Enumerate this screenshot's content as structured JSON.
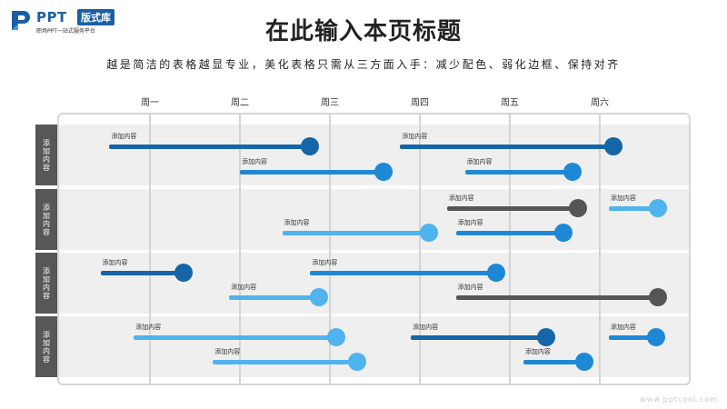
{
  "logo": {
    "brand": "PPT",
    "badge": "版式库",
    "tagline": "职场PPT一站式服务平台"
  },
  "header": {
    "title": "在此输入本页标题",
    "subtitle": "越是简洁的表格越显专业，美化表格只需从三方面入手：减少配色、弱化边框、保持对齐"
  },
  "days": [
    "周一",
    "周二",
    "周三",
    "周四",
    "周五",
    "周六"
  ],
  "rows": [
    {
      "label": "添加内容"
    },
    {
      "label": "添加内容"
    },
    {
      "label": "添加内容"
    },
    {
      "label": "添加内容"
    }
  ],
  "colors": {
    "dark_blue": "#1565a8",
    "blue": "#1e88d6",
    "light_blue": "#4fb3ee",
    "gray": "#555555",
    "band": "#efefef",
    "row_label_bg": "#575757"
  },
  "tasks": [
    {
      "row": 0,
      "lane": 0,
      "label": "添加内容",
      "start_day": 0.55,
      "end_day": 2.78,
      "color": "dark_blue"
    },
    {
      "row": 0,
      "lane": 0,
      "label": "添加内容",
      "start_day": 3.78,
      "end_day": 6.15,
      "color": "dark_blue"
    },
    {
      "row": 0,
      "lane": 1,
      "label": "添加内容",
      "start_day": 2.0,
      "end_day": 3.6,
      "color": "blue"
    },
    {
      "row": 0,
      "lane": 1,
      "label": "添加内容",
      "start_day": 4.5,
      "end_day": 5.7,
      "color": "blue"
    },
    {
      "row": 1,
      "lane": 0,
      "label": "添加内容",
      "start_day": 4.3,
      "end_day": 5.76,
      "color": "gray"
    },
    {
      "row": 1,
      "lane": 0,
      "label": "添加内容",
      "start_day": 6.1,
      "end_day": 6.65,
      "color": "light_blue"
    },
    {
      "row": 1,
      "lane": 1,
      "label": "添加内容",
      "start_day": 2.47,
      "end_day": 4.1,
      "color": "light_blue"
    },
    {
      "row": 1,
      "lane": 1,
      "label": "添加内容",
      "start_day": 4.4,
      "end_day": 5.6,
      "color": "blue"
    },
    {
      "row": 2,
      "lane": 0,
      "label": "添加内容",
      "start_day": 0.45,
      "end_day": 1.37,
      "color": "dark_blue"
    },
    {
      "row": 2,
      "lane": 0,
      "label": "添加内容",
      "start_day": 2.78,
      "end_day": 4.85,
      "color": "blue"
    },
    {
      "row": 2,
      "lane": 1,
      "label": "添加内容",
      "start_day": 1.88,
      "end_day": 2.88,
      "color": "light_blue"
    },
    {
      "row": 2,
      "lane": 1,
      "label": "添加内容",
      "start_day": 4.4,
      "end_day": 6.65,
      "color": "gray"
    },
    {
      "row": 3,
      "lane": 0,
      "label": "添加内容",
      "start_day": 0.82,
      "end_day": 3.07,
      "color": "light_blue"
    },
    {
      "row": 3,
      "lane": 0,
      "label": "添加内容",
      "start_day": 3.9,
      "end_day": 5.4,
      "color": "dark_blue"
    },
    {
      "row": 3,
      "lane": 0,
      "label": "添加内容",
      "start_day": 6.1,
      "end_day": 6.63,
      "color": "blue"
    },
    {
      "row": 3,
      "lane": 1,
      "label": "添加内容",
      "start_day": 1.7,
      "end_day": 3.3,
      "color": "light_blue"
    },
    {
      "row": 3,
      "lane": 1,
      "label": "添加内容",
      "start_day": 5.15,
      "end_day": 5.83,
      "color": "blue"
    }
  ],
  "watermark": "www.pptcool.com"
}
